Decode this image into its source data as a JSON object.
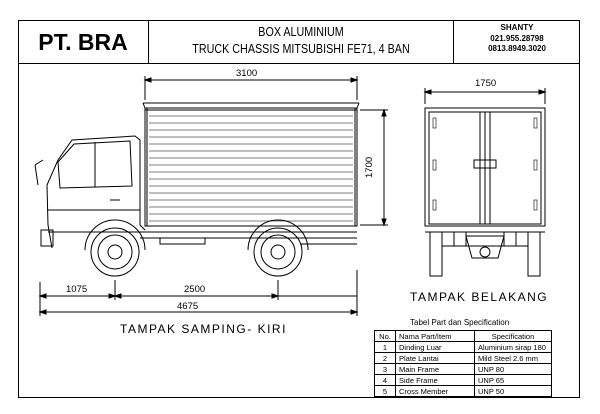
{
  "header": {
    "company": "PT. BRA",
    "title_line1": "BOX ALUMINIUM",
    "title_line2": "TRUCK CHASSIS MITSUBISHI FE71, 4 BAN",
    "contact_name": "SHANTY",
    "phone1": "021.955.28798",
    "phone2": "0813.8949.3020"
  },
  "dimensions": {
    "box_length": "3100",
    "box_height": "1700",
    "rear_width": "1750",
    "front_overhang": "1075",
    "wheelbase": "2500",
    "overall_length": "4675"
  },
  "views": {
    "side": "TAMPAK SAMPING- KIRI",
    "rear": "TAMPAK BELAKANG"
  },
  "spec_table": {
    "caption": "Tabel Part dan Specification",
    "headers": [
      "No.",
      "Nama Part/Item",
      "Specification"
    ],
    "rows": [
      [
        "1",
        "Dinding Luar",
        "Aluminium sirap 180"
      ],
      [
        "2",
        "Plate Lantai",
        "Mild Steel  2.6 mm"
      ],
      [
        "3",
        "Main Frame",
        "UNP 80"
      ],
      [
        "4",
        "Side Frame",
        "UNP 65"
      ],
      [
        "5",
        "Cross Member",
        "UNP 50"
      ]
    ]
  }
}
